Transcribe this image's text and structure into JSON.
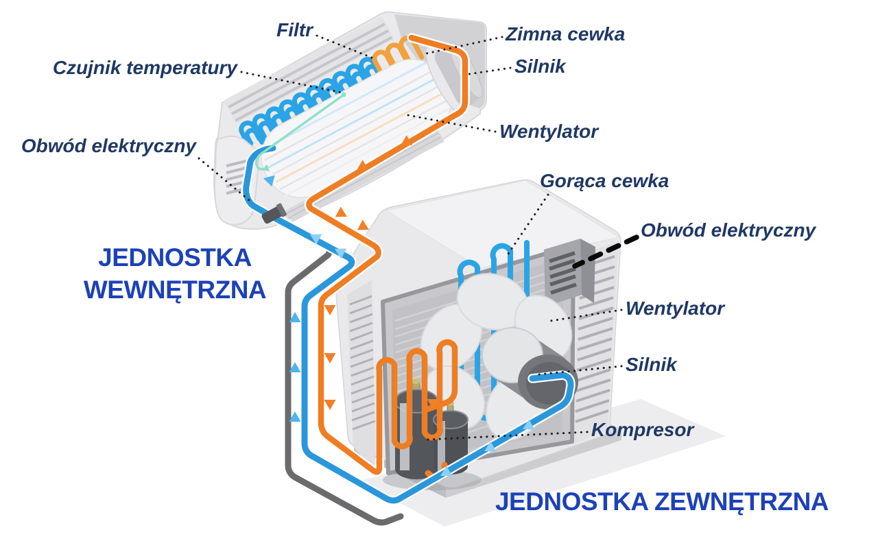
{
  "titles": {
    "indoor_line1": "JEDNOSTKA",
    "indoor_line2": "WEWNĘTRZNA",
    "outdoor": "JEDNOSTKA ZEWNĘTRZNA"
  },
  "labels": {
    "filtr": "Filtr",
    "zimna_cewka": "Zimna cewka",
    "czujnik_temperatury": "Czujnik temperatury",
    "silnik_indoor": "Silnik",
    "obwod_elektryczny_indoor": "Obwód elektryczny",
    "wentylator_indoor": "Wentylator",
    "goraca_cewka": "Gorąca cewka",
    "obwod_elektryczny_outdoor": "Obwód elektryczny",
    "wentylator_outdoor": "Wentylator",
    "silnik_outdoor": "Silnik",
    "kompresor": "Kompresor"
  },
  "colors": {
    "label_text": "#1F3864",
    "title_text": "#1C41B8",
    "cold_pipe": "#2B97DB",
    "cold_coil": "#2BA4E6",
    "cold_arrow": "#4FB3EC",
    "hot_pipe": "#EE7D23",
    "hot_coil": "#F2A13C",
    "hot_arrow": "#F08129",
    "drain_pipe": "#6B6B6E",
    "sensor_wire": "#8FE0C8",
    "leader_line": "#1B1B1B"
  }
}
